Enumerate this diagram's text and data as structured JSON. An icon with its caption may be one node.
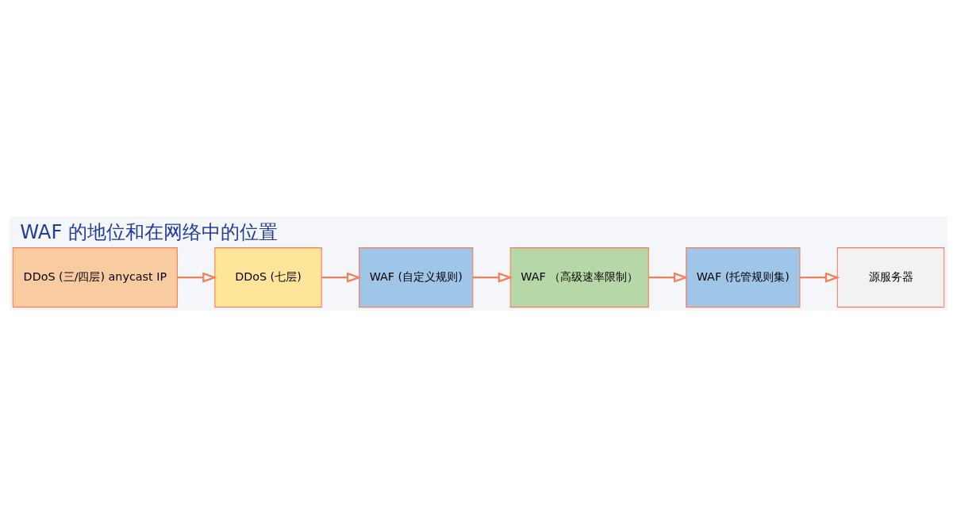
{
  "diagram": {
    "title": "WAF 的地位和在网络中的位置",
    "nodes": [
      {
        "text": [
          "DDoS (三/四层) anycast IP"
        ]
      },
      {
        "text": [
          "DDoS (七层)"
        ]
      },
      {
        "text": [
          "WAF (自定义规则)"
        ]
      },
      {
        "text": [
          "WAF （高级速率限制）"
        ]
      },
      {
        "text": [
          "WAF (托管规则集)"
        ]
      },
      {
        "text": [
          "源服务器"
        ]
      }
    ],
    "edges": [
      {
        "from": 0,
        "to": 1,
        "arrow": "to"
      },
      {
        "from": 1,
        "to": 2,
        "arrow": "to"
      },
      {
        "from": 2,
        "to": 3,
        "arrow": "to"
      },
      {
        "from": 3,
        "to": 4,
        "arrow": "to"
      },
      {
        "from": 4,
        "to": 5,
        "arrow": "to"
      }
    ]
  }
}
